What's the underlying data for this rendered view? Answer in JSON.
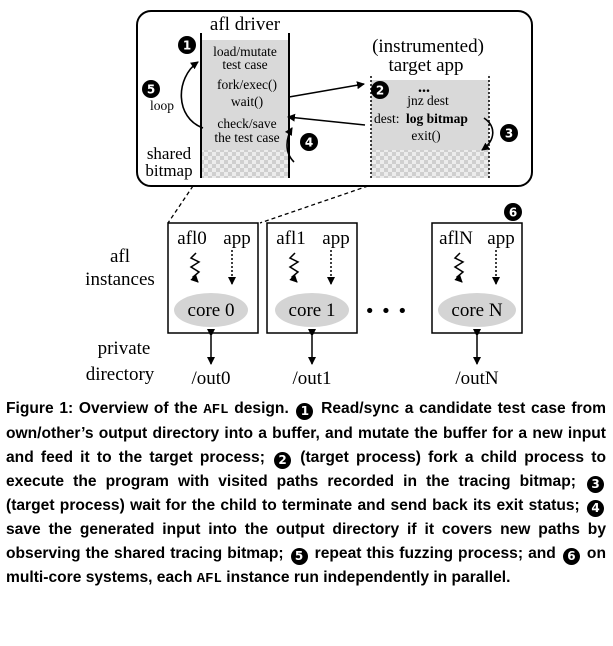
{
  "driver": {
    "title": "afl driver",
    "step1": "load/mutate",
    "step1b": "test case",
    "step2": "fork/exec()",
    "step3": "wait()",
    "step4": "check/save",
    "step4b": "the test case",
    "loop": "loop",
    "shared1": "shared",
    "shared2": "bitmap"
  },
  "target": {
    "title1": "(instrumented)",
    "title2": "target app",
    "dots": "...",
    "line1": "jnz dest",
    "dest_label": "dest:",
    "dest_code": "log bitmap",
    "line3": "exit()"
  },
  "badges": [
    "1",
    "2",
    "3",
    "4",
    "5",
    "6"
  ],
  "instances": {
    "label1": "afl",
    "label2": "instances",
    "items": [
      {
        "afl": "afl0",
        "app": "app",
        "core": "core 0",
        "out": "/out0"
      },
      {
        "afl": "afl1",
        "app": "app",
        "core": "core 1",
        "out": "/out1"
      },
      {
        "afl": "aflN",
        "app": "app",
        "core": "core N",
        "out": "/outN"
      }
    ],
    "ellipsis": "• • •",
    "private1": "private",
    "private2": "directory"
  },
  "caption": {
    "fig": "Figure 1: Overview of the ",
    "afl1": "AFL",
    "after_afl1": " design. ",
    "s1": " Read/sync a candidate test case from own/other’s output directory into a buffer, and mutate the buffer for a new input and feed it to the target process; ",
    "s2": " (target process) fork a child process to execute the program with visited paths recorded in the tracing bitmap; ",
    "s3": " (target process) wait for the child to terminate and send back its exit status; ",
    "s4": " save the generated input into the output directory if it covers new paths by observing the shared tracing bitmap; ",
    "s5": " repeat this fuzzing process; and ",
    "s6": " on multi-core systems, each ",
    "afl2": "AFL",
    "end": " instance run independently in parallel."
  },
  "colors": {
    "gray": "#d9d9d9",
    "ellipse": "#d4d4d4",
    "ink": "#000000"
  }
}
